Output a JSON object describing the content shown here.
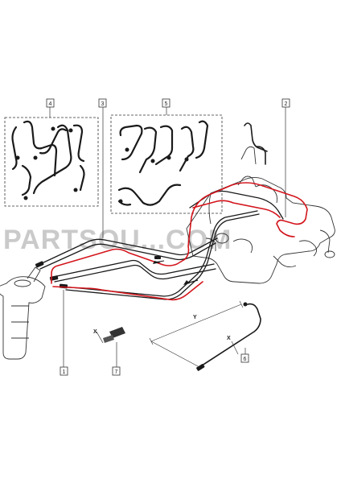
{
  "watermark": "PARTSOU...COM",
  "callouts": [
    {
      "id": "c1",
      "label": "1"
    },
    {
      "id": "c2",
      "label": "2"
    },
    {
      "id": "c3",
      "label": "3"
    },
    {
      "id": "c4",
      "label": "4"
    },
    {
      "id": "c5",
      "label": "5"
    },
    {
      "id": "c6",
      "label": "6"
    },
    {
      "id": "c7",
      "label": "7"
    }
  ],
  "dimensions": {
    "x_label": "X",
    "y_label": "Y",
    "x_label_2": "X"
  },
  "highlight_color": "#d3141b",
  "line_color": "#1a1a1a"
}
